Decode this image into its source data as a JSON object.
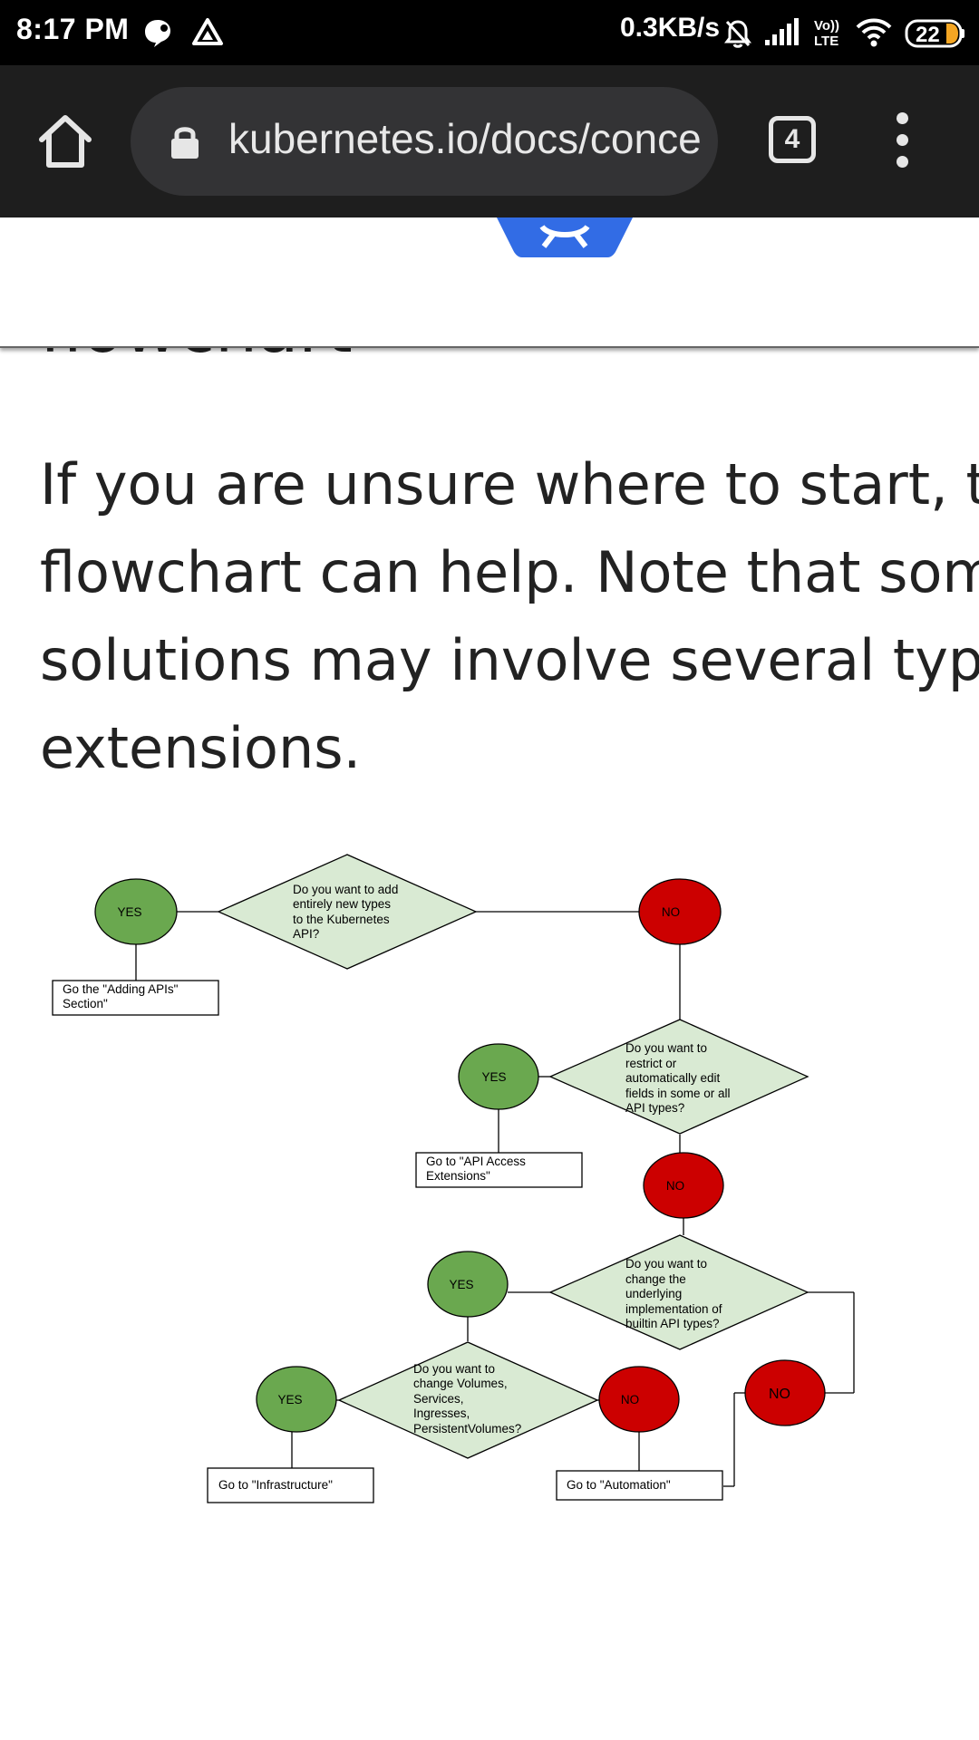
{
  "status_bar": {
    "time": "8:17 PM",
    "network_speed": "0.3KB/s",
    "battery": "22",
    "icons": [
      "messenger-icon",
      "drive-icon",
      "mute-icon",
      "signal-icon",
      "volte-icon",
      "wifi-icon",
      "battery-icon"
    ]
  },
  "browser": {
    "url": "kubernetes.io/docs/concepts",
    "tab_count": "4",
    "icons": [
      "home-icon",
      "lock-icon",
      "tabs-icon",
      "overflow-menu-icon"
    ]
  },
  "page": {
    "heading": "flowchart",
    "intro_lines": [
      "If you are unsure where to start, this",
      "flowchart can help. Note that some",
      "solutions may involve several types of",
      "extensions."
    ]
  },
  "flowchart": {
    "q1": [
      "Do you want to add",
      "entirely new types",
      "to the Kubernetes",
      "API?"
    ],
    "q2": [
      "Do you want to",
      "restrict or",
      "automatically edit",
      "fields in some or all",
      "API types?"
    ],
    "q3": [
      "Do you want to",
      "change the",
      "underlying",
      "implementation of",
      "builtin API types?"
    ],
    "q4": [
      "Do you want to",
      "change Volumes,",
      "Services,",
      "Ingresses,",
      "PersistentVolumes?"
    ],
    "yes": "YES",
    "no": "NO",
    "box1": [
      "Go the \"Adding APIs\"",
      "Section\""
    ],
    "box2": [
      "Go to \"API Access",
      "Extensions\""
    ],
    "box3": "Go to \"Infrastructure\"",
    "box4": "Go to \"Automation\"",
    "colors": {
      "yes": "#6aa84f",
      "no": "#cc0000",
      "diamond": "#d9ead3"
    }
  }
}
